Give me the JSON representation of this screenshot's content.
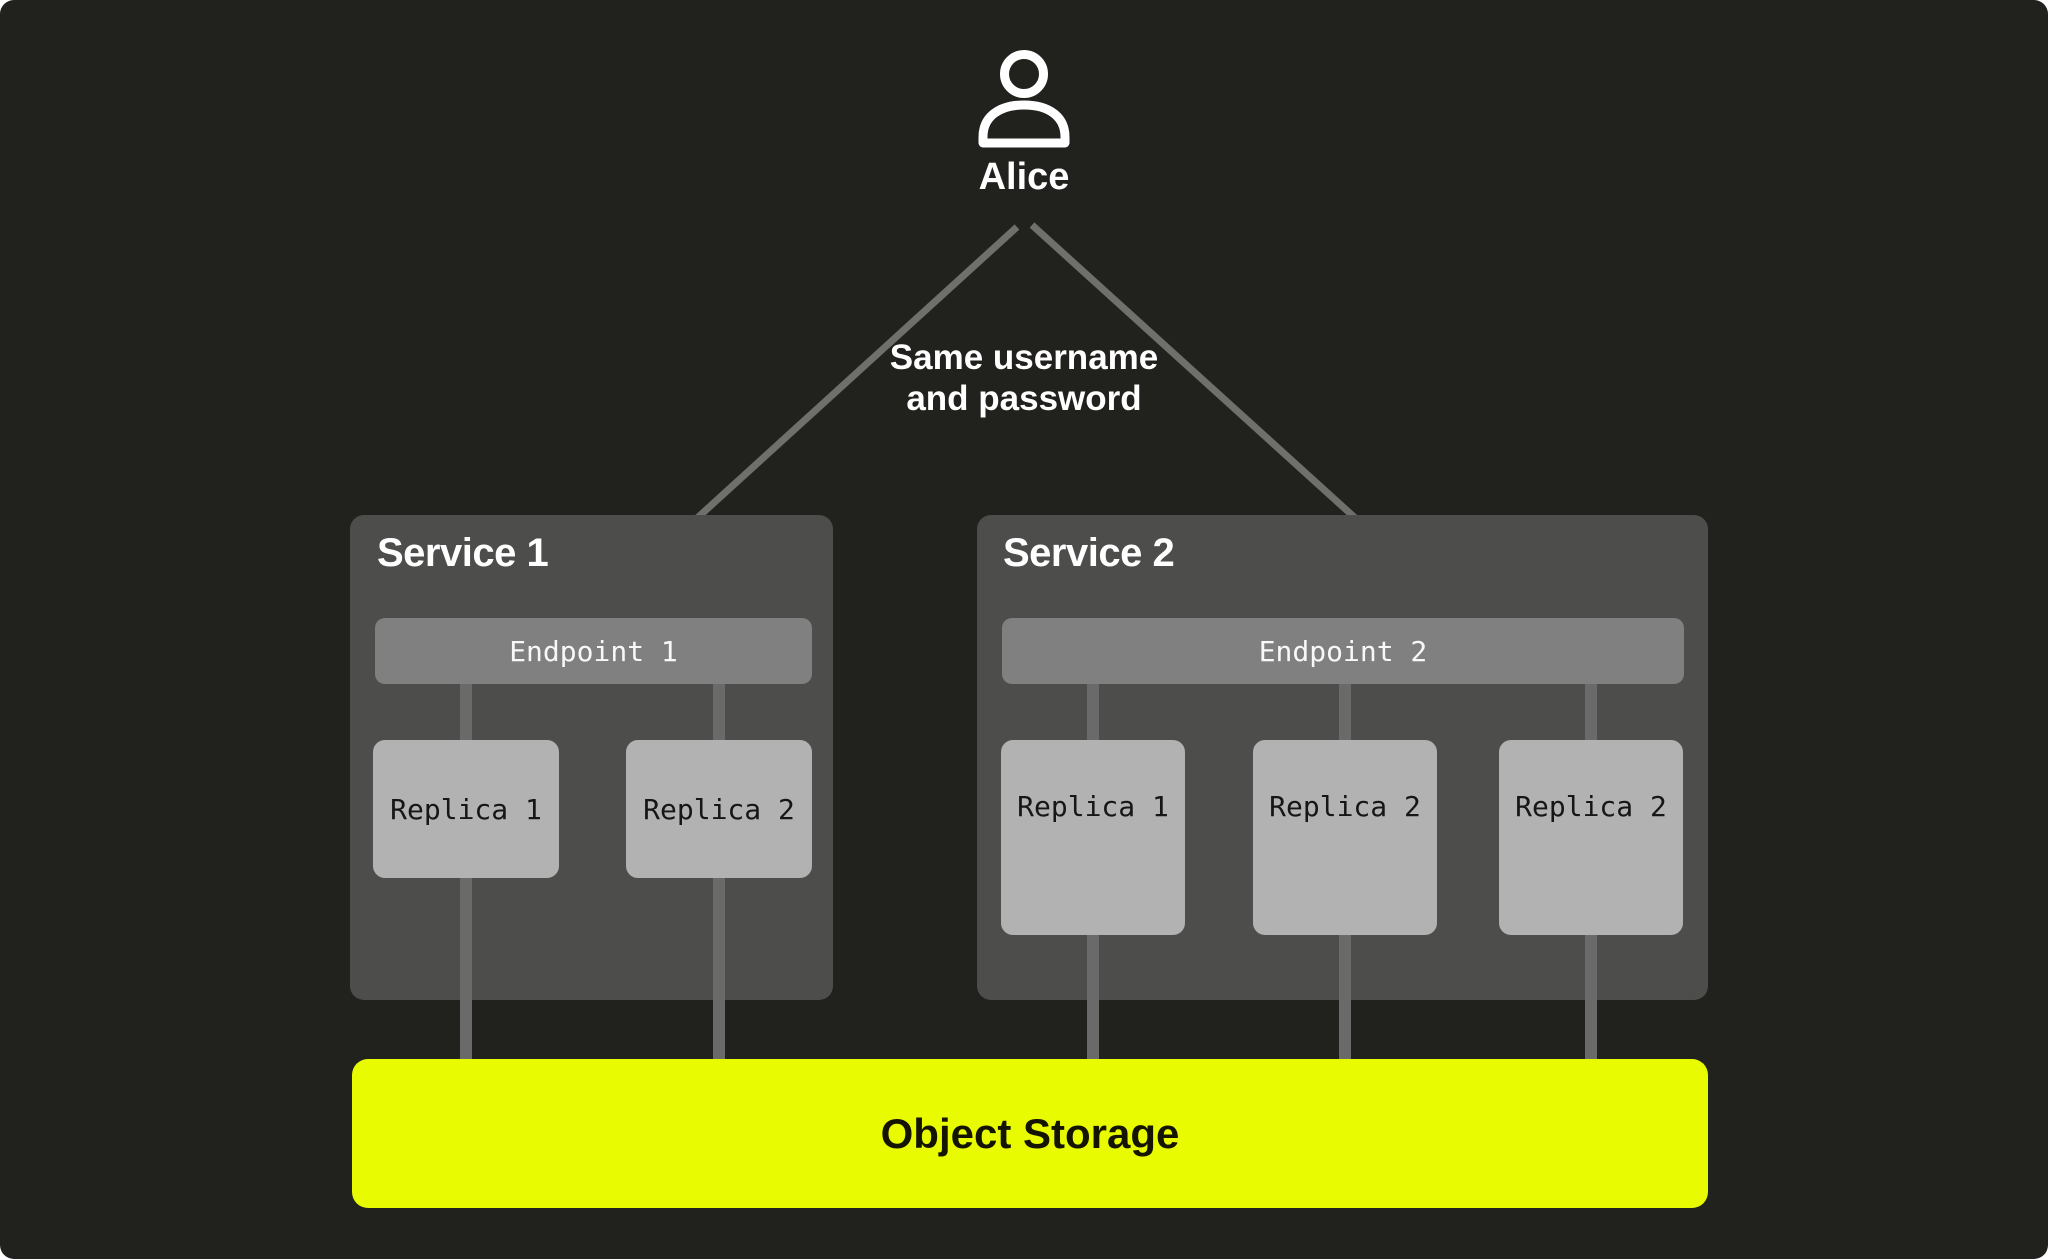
{
  "user": {
    "name": "Alice"
  },
  "note": {
    "line1": "Same username",
    "line2": "and password"
  },
  "services": [
    {
      "title": "Service 1",
      "endpoint": "Endpoint 1",
      "replicas": [
        "Replica 1",
        "Replica 2"
      ]
    },
    {
      "title": "Service 2",
      "endpoint": "Endpoint 2",
      "replicas": [
        "Replica 1",
        "Replica 2",
        "Replica 2"
      ]
    }
  ],
  "storage": {
    "label": "Object Storage"
  },
  "icons": {
    "user": "person-icon"
  },
  "colors": {
    "background": "#21221d",
    "service_box": "#4d4d4b",
    "endpoint_bar": "#808080",
    "replica_box": "#b2b2b2",
    "connector": "#6a6a6a",
    "arrow": "#6f6f6c",
    "storage_bar": "#e9fb00",
    "text_light": "#ffffff",
    "text_dark": "#161616"
  }
}
